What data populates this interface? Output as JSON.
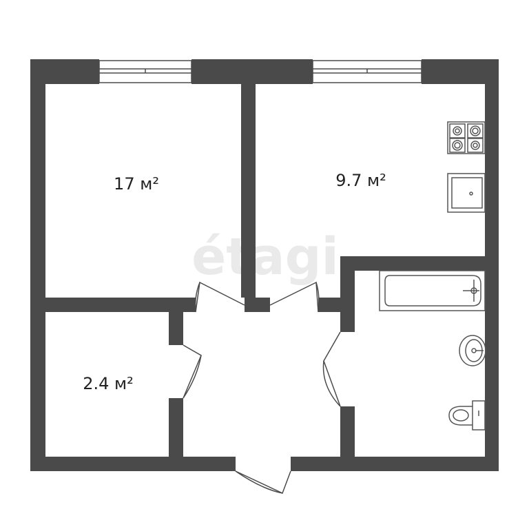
{
  "plan": {
    "rooms": [
      {
        "name": "room-area",
        "area": "17 м²"
      },
      {
        "name": "kitchen-area",
        "area": "9.7 м²"
      },
      {
        "name": "storage-area",
        "area": "2.4 м²"
      }
    ],
    "watermark": "étagi",
    "colors": {
      "wall": "#4a4a4a",
      "fixture_stroke": "#555555",
      "background": "#ffffff",
      "watermark": "#d9d9d9"
    }
  }
}
